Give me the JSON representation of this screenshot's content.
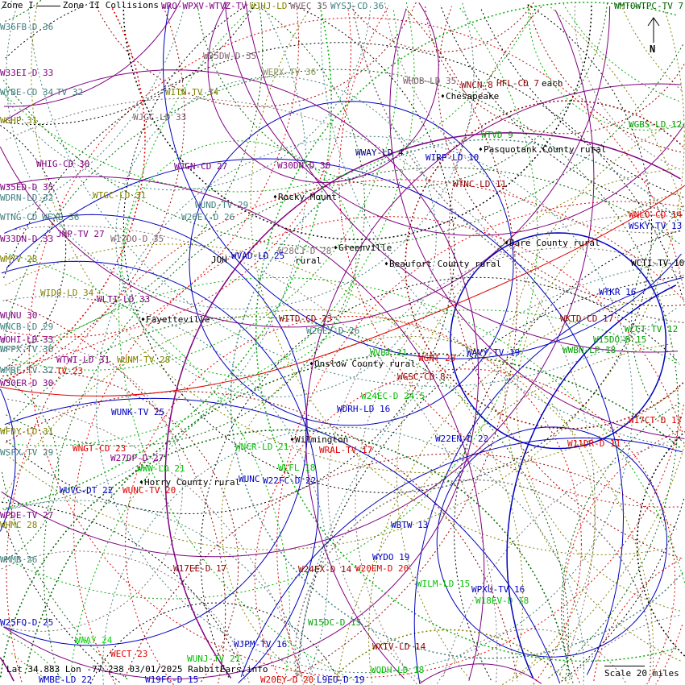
{
  "legend": {
    "zone1": "Zone I",
    "zone2": "Zone II Collisions"
  },
  "footer": {
    "coords": "Lat 34.883 Lon -77.238 03/01/2025 RabbitEars.info"
  },
  "scale": {
    "label": "Scale 20 miles"
  },
  "north": {
    "label": "N"
  },
  "colors": {
    "purple": "#800080",
    "teal": "#408080",
    "olive": "#808000",
    "red": "#e00000",
    "darkred": "#900000",
    "blue": "#0000c0",
    "green": "#00b000",
    "gray": "#807070",
    "black": "#000000",
    "darkgreen": "#006000"
  },
  "stations": [
    {
      "text": "WRO-WPXV-WTVZ-TV",
      "color": "#800080"
    },
    {
      "text": "WJHJ-LD",
      "color": "#808000"
    },
    {
      "text": "WVEC 35",
      "color": "#806070"
    },
    {
      "text": "WYSJ-CD 36",
      "color": "#408080"
    },
    {
      "text": "WMTOWTPC-TV 7",
      "color": "#006000"
    },
    {
      "text": "W36FB-D 36",
      "color": "#408080"
    },
    {
      "text": "W35DW-D 35",
      "color": "#806070"
    },
    {
      "text": "W33EI-D 33",
      "color": "#800080"
    },
    {
      "text": "WEPX-TV 36",
      "color": "#909060"
    },
    {
      "text": "WHOB-LD 35",
      "color": "#806070"
    },
    {
      "text": "WNCN 8",
      "color": "#900000"
    },
    {
      "text": "HFL-CD 7",
      "color": "#900000"
    },
    {
      "text": "WYBE-CD 34",
      "color": "#408080"
    },
    {
      "text": "TV 32",
      "color": "#408080"
    },
    {
      "text": "WITN-TV 34",
      "color": "#808000"
    },
    {
      "text": "WJGC-LD 33",
      "color": "#806070"
    },
    {
      "text": "WGHP 31",
      "color": "#808000"
    },
    {
      "text": "WGBS-LD 12",
      "color": "#00a000"
    },
    {
      "text": "WTVD 9",
      "color": "#00a000"
    },
    {
      "text": "WWAY-LD 4",
      "color": "#000080"
    },
    {
      "text": "WIRP-LD 10",
      "color": "#0000c0"
    },
    {
      "text": "WHIG-CD 30",
      "color": "#800080"
    },
    {
      "text": "WJGN-CD 27",
      "color": "#800080"
    },
    {
      "text": "W30DN-D 30",
      "color": "#800080"
    },
    {
      "text": "WTNC-LD 11",
      "color": "#900000"
    },
    {
      "text": "W35ED-D 35",
      "color": "#800080"
    },
    {
      "text": "WDRN-LD 32",
      "color": "#408080"
    },
    {
      "text": "WTGC-LD 31",
      "color": "#808000"
    },
    {
      "text": "WUND-TV 29",
      "color": "#408080"
    },
    {
      "text": "WTNG-CD",
      "color": "#408080"
    },
    {
      "text": "WFXB 36",
      "color": "#408080"
    },
    {
      "text": "W26EY-D 26",
      "color": "#408080"
    },
    {
      "text": "WNLO-CD 14",
      "color": "#e00000"
    },
    {
      "text": "WSKY-TV 13",
      "color": "#0000c0"
    },
    {
      "text": "JNP-TV 27",
      "color": "#800080"
    },
    {
      "text": "W33DN-D 33",
      "color": "#800080"
    },
    {
      "text": "W17DO-D 35",
      "color": "#806070"
    },
    {
      "text": "W28CJ-D 28",
      "color": "#807070"
    },
    {
      "text": "WMYV 28",
      "color": "#808000"
    },
    {
      "text": "WVAD-LD 25",
      "color": "#0000c0"
    },
    {
      "text": "WCTI-TV 10",
      "color": "#000000"
    },
    {
      "text": "WIDO-LD 34",
      "color": "#808000"
    },
    {
      "text": "WLTI-LD 33",
      "color": "#800080"
    },
    {
      "text": "WTKR 16",
      "color": "#0000c0"
    },
    {
      "text": "WUNU 30",
      "color": "#800080"
    },
    {
      "text": "WITD-CD 23",
      "color": "#900000"
    },
    {
      "text": "WKTD-CD 17",
      "color": "#900000"
    },
    {
      "text": "WNCB-LD 29",
      "color": "#408080"
    },
    {
      "text": "W26EY-D 26",
      "color": "#408080"
    },
    {
      "text": "WCCT-TV 12",
      "color": "#00a000"
    },
    {
      "text": "W15DO-D 15",
      "color": "#00a000"
    },
    {
      "text": "WOHI-LD 33",
      "color": "#800080"
    },
    {
      "text": "WWBN-LP 18",
      "color": "#00a000"
    },
    {
      "text": "WFPX-TV 36",
      "color": "#408080"
    },
    {
      "text": "WVBT 21",
      "color": "#00c000"
    },
    {
      "text": "WGNT 20",
      "color": "#e00000"
    },
    {
      "text": "WAVY-TV 19",
      "color": "#0000c0"
    },
    {
      "text": "WTWI-LD 31",
      "color": "#800080"
    },
    {
      "text": "WUNM-TV 28",
      "color": "#808000"
    },
    {
      "text": "WMBF-TV 32",
      "color": "#408080"
    },
    {
      "text": "TV 23",
      "color": "#e00000"
    },
    {
      "text": "WGSC-CD 8",
      "color": "#900000"
    },
    {
      "text": "W30ER-D 30",
      "color": "#800080"
    },
    {
      "text": "W24EC-D 24.5",
      "color": "#00c000"
    },
    {
      "text": "WDRH-LD 16",
      "color": "#0000c0"
    },
    {
      "text": "WUNK-TV 25",
      "color": "#0000c0"
    },
    {
      "text": "W17CT-D 17",
      "color": "#e00000"
    },
    {
      "text": "WFDY-LD 31",
      "color": "#808000"
    },
    {
      "text": "W22EN-D 22",
      "color": "#0000c0"
    },
    {
      "text": "W11DR-D 11",
      "color": "#e00000"
    },
    {
      "text": "WNCR-LD 21",
      "color": "#00c000"
    },
    {
      "text": "WRAL-TV 17",
      "color": "#e00000"
    },
    {
      "text": "WNGT-CD 23",
      "color": "#e00000"
    },
    {
      "text": "WSFX-TV 29",
      "color": "#408080"
    },
    {
      "text": "W27DP-D 27",
      "color": "#800080"
    },
    {
      "text": "WWW-LD 21",
      "color": "#00c000"
    },
    {
      "text": "WLFL 18",
      "color": "#00c000"
    },
    {
      "text": "WUNC",
      "color": "#0000c0"
    },
    {
      "text": "W22FC-D 22",
      "color": "#0000c0"
    },
    {
      "text": "WUVC-DT 22",
      "color": "#0000c0"
    },
    {
      "text": "WUNC-TV 20",
      "color": "#e00000"
    },
    {
      "text": "WPDE-TV 27",
      "color": "#800080"
    },
    {
      "text": "WHMC 28",
      "color": "#808000"
    },
    {
      "text": "WBTW 13",
      "color": "#0000c0"
    },
    {
      "text": "WYDO 19",
      "color": "#0000c0"
    },
    {
      "text": "WMMB 26",
      "color": "#408080"
    },
    {
      "text": "W17EE-D 17",
      "color": "#900000"
    },
    {
      "text": "W24EX-D 14",
      "color": "#900000"
    },
    {
      "text": "W20EM-D 20",
      "color": "#e00000"
    },
    {
      "text": "WILM-LD 15",
      "color": "#00c000"
    },
    {
      "text": "WPXU-TV 16",
      "color": "#0000c0"
    },
    {
      "text": "W18EV-D 18",
      "color": "#00c000"
    },
    {
      "text": "W25FQ-D 25",
      "color": "#0000c0"
    },
    {
      "text": "W15DC-D 15",
      "color": "#00a000"
    },
    {
      "text": "WWAY 24",
      "color": "#00e000"
    },
    {
      "text": "WJPM-TV 16",
      "color": "#0000c0"
    },
    {
      "text": "WXIV-LD 14",
      "color": "#900000"
    },
    {
      "text": "WECT 23",
      "color": "#e00000"
    },
    {
      "text": "WUNJ-TV 21",
      "color": "#00c000"
    },
    {
      "text": "WMBE-LD 22",
      "color": "#0000c0"
    },
    {
      "text": "W19FC-D 15",
      "color": "#0000c0"
    },
    {
      "text": "W20EY-D 20",
      "color": "#e00000"
    },
    {
      "text": "L9EU-D 19",
      "color": "#0000c0"
    },
    {
      "text": "WQDH-LD 18",
      "color": "#00c000"
    }
  ],
  "cities": [
    {
      "text": "Chesapeake"
    },
    {
      "text": "each"
    },
    {
      "text": "Pasquotank County rural"
    },
    {
      "text": "Rocky Mount"
    },
    {
      "text": "Dare County rural"
    },
    {
      "text": "Greenville"
    },
    {
      "text": "Beaufort County rural"
    },
    {
      "text": "JOH"
    },
    {
      "text": "rural"
    },
    {
      "text": "Fayetteville"
    },
    {
      "text": "Onslow County rural"
    },
    {
      "text": "Wilmington"
    },
    {
      "text": "Horry County rural"
    }
  ]
}
